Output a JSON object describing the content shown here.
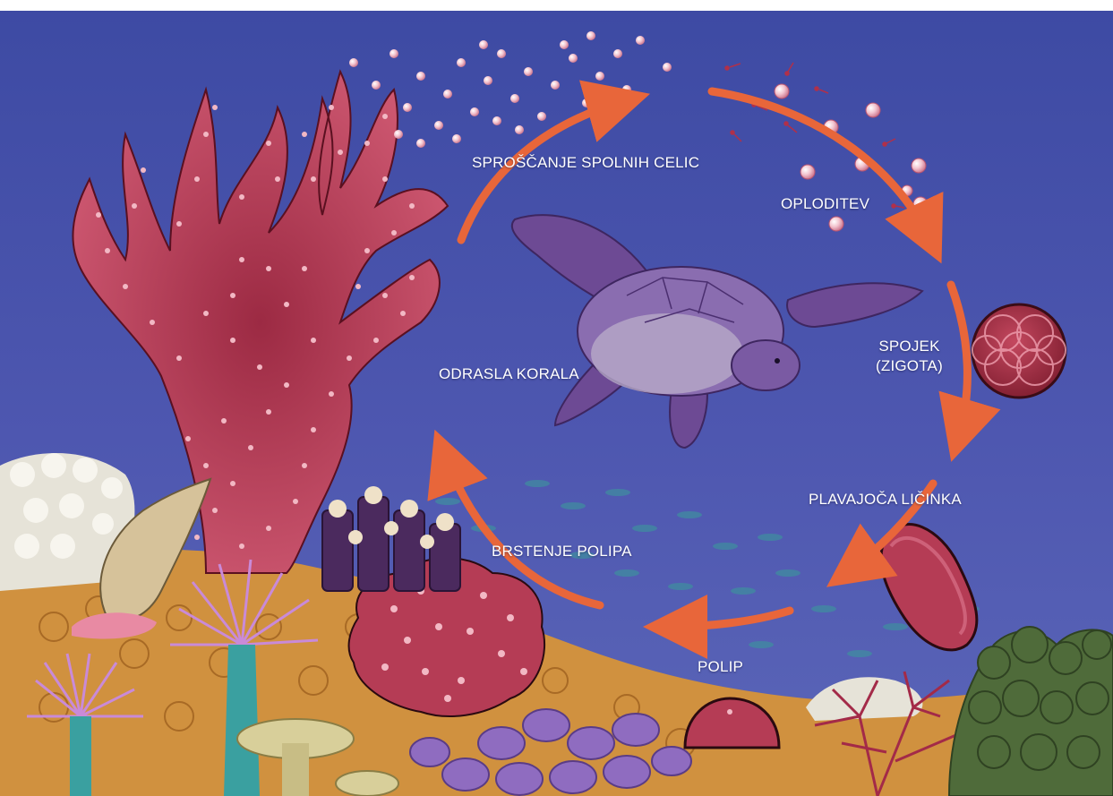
{
  "diagram": {
    "stages": [
      {
        "id": "release",
        "label": "SPROŠČANJE SPOLNIH CELIC"
      },
      {
        "id": "fertilization",
        "label": "OPLODITEV"
      },
      {
        "id": "zygote",
        "label": "SPOJEK",
        "label2": "(ZIGOTA)"
      },
      {
        "id": "larva",
        "label": "PLAVAJOČA LIČINKA"
      },
      {
        "id": "polyp",
        "label": "POLIP"
      },
      {
        "id": "budding",
        "label": "BRSTENJE POLIPA"
      },
      {
        "id": "adult",
        "label": "ODRASLA KORALA"
      }
    ]
  },
  "colors": {
    "water_top": "#3f4fa6",
    "water_bottom": "#5a5fb4",
    "arrow": "#e8663a",
    "coral": "#b0364f",
    "coral_dots": "#f2b8c4",
    "reef": "#d99a44",
    "turtle": "#7a4f9e"
  }
}
